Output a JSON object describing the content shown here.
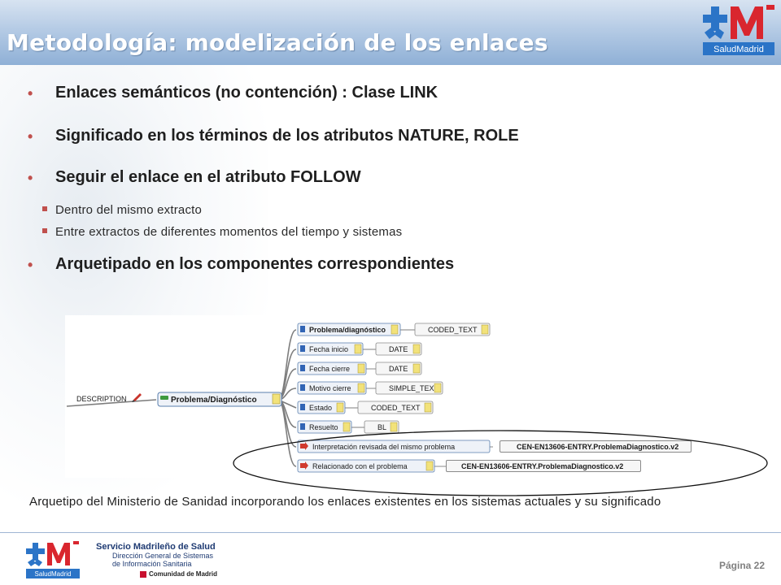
{
  "header": {
    "title": "Metodología: modelización de los enlaces",
    "logo_text": "SaludMadrid"
  },
  "bullets": [
    "Enlaces semánticos (no contención) : Clase LINK",
    "Significado en los términos de los atributos NATURE, ROLE",
    "Seguir el enlace en el atributo FOLLOW",
    "Arquetipado en los componentes correspondientes"
  ],
  "sub_bullets": [
    "Dentro del mismo extracto",
    "Entre extractos de diferentes momentos del tiempo y sistemas"
  ],
  "mindmap": {
    "root": "DESCRIPTION",
    "main_node": "Problema/Diagnóstico",
    "children": [
      {
        "label": "Problema/diagnóstico",
        "type": "CODED_TEXT"
      },
      {
        "label": "Fecha inicio",
        "type": "DATE"
      },
      {
        "label": "Fecha cierre",
        "type": "DATE"
      },
      {
        "label": "Motivo cierre",
        "type": "SIMPLE_TEXT"
      },
      {
        "label": "Estado",
        "type": "CODED_TEXT"
      },
      {
        "label": "Resuelto",
        "type": "BL"
      },
      {
        "label": "Interpretación revisada del mismo problema",
        "type": "CEN-EN13606-ENTRY.ProblemaDiagnostico.v2"
      },
      {
        "label": "Relacionado con el problema",
        "type": "CEN-EN13606-ENTRY.ProblemaDiagnostico.v2"
      }
    ]
  },
  "caption": "Arquetipo del Ministerio de Sanidad incorporando los enlaces existentes en los sistemas actuales y su significado",
  "footer": {
    "org_name": "Servicio Madrileño de Salud",
    "dept_line1": "Dirección General de Sistemas",
    "dept_line2": "de Información Sanitaria",
    "comunidad": "Comunidad de Madrid",
    "logo_text": "SaludMadrid",
    "page_label": "Página 22"
  },
  "colors": {
    "bullet_marker": "#c0504d",
    "header_blue": "#8fb0d6",
    "logo_blue": "#2b74c7",
    "logo_red": "#d9262e"
  }
}
